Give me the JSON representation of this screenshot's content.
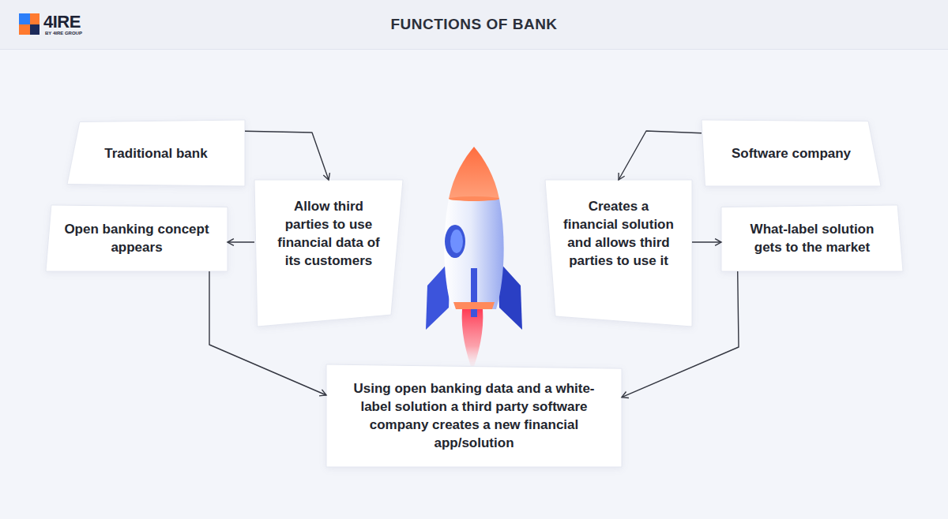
{
  "diagram": {
    "title": "FUNCTIONS OF BANK",
    "nodes": [
      {
        "text": [
          "Traditional bank"
        ]
      },
      {
        "text": [
          "Allow third parties to use financial data of its customers"
        ]
      },
      {
        "text": [
          "Open banking concept appears"
        ]
      },
      {
        "text": [
          "Software company"
        ]
      },
      {
        "text": [
          "Creates a financial solution and allows third parties to use it"
        ]
      },
      {
        "text": [
          "What-label solution gets to the market"
        ]
      },
      {
        "text": [
          "Using open banking data and a white-label solution a third party software company creates a new financial app/solution"
        ]
      }
    ],
    "edges": [
      {
        "from": 0,
        "to": 1,
        "arrow": "to"
      },
      {
        "from": 1,
        "to": 2,
        "arrow": "to"
      },
      {
        "from": 2,
        "to": 6,
        "arrow": "to"
      },
      {
        "from": 3,
        "to": 4,
        "arrow": "to"
      },
      {
        "from": 4,
        "to": 5,
        "arrow": "to"
      },
      {
        "from": 5,
        "to": 6,
        "arrow": "to"
      }
    ],
    "labels": [
      "4IRE",
      "BY 4IRE GROUP"
    ]
  }
}
